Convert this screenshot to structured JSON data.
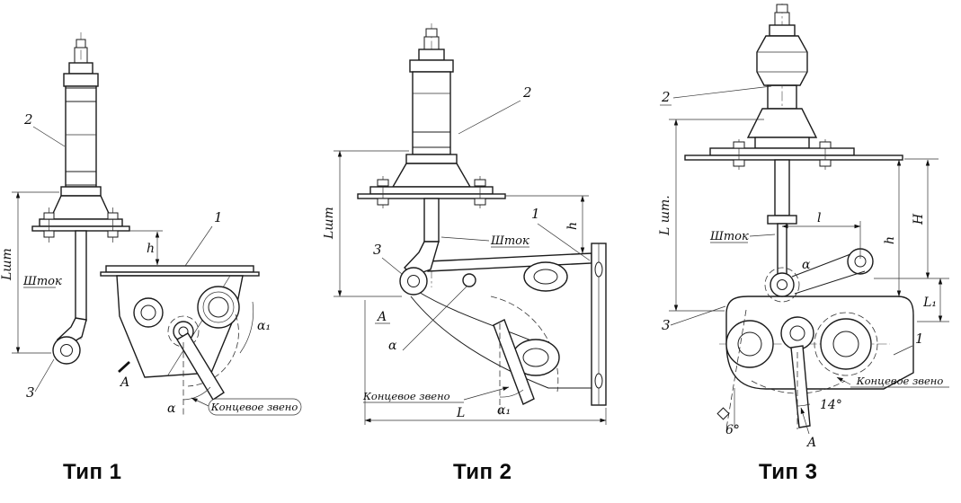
{
  "sheet": {
    "background": "#ffffff",
    "ink": "#1b1b1b"
  },
  "figures": [
    {
      "caption": "Тип 1",
      "callouts": {
        "c1": "1",
        "c2": "2",
        "c3": "3"
      },
      "labels": {
        "rod": "Шток",
        "end_link": "Концевое звено"
      },
      "dims": {
        "lsht": "Lшт",
        "h": "h",
        "alpha": "α",
        "alpha1": "α₁",
        "section": "A"
      }
    },
    {
      "caption": "Тип 2",
      "callouts": {
        "c1": "1",
        "c2": "2",
        "c3": "3"
      },
      "labels": {
        "rod": "Шток",
        "end_link": "Концевое звено"
      },
      "dims": {
        "lsht": "Lшт",
        "h": "h",
        "L": "L",
        "alpha": "α",
        "alpha1": "α₁",
        "section": "A"
      }
    },
    {
      "caption": "Тип 3",
      "callouts": {
        "c1": "1",
        "c2": "2",
        "c3": "3"
      },
      "labels": {
        "rod": "Шток",
        "end_link": "Концевое звено"
      },
      "dims": {
        "lsht": "L шт.",
        "l": "l",
        "h": "h",
        "H": "H",
        "l1": "L₁",
        "alpha": "α",
        "a14": "14°",
        "a6": "6°",
        "section": "A"
      }
    }
  ]
}
